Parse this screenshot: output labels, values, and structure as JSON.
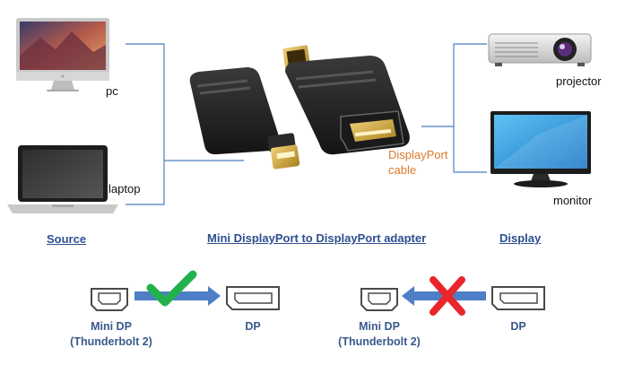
{
  "devices": {
    "source": [
      {
        "label": "pc",
        "icon": "imac-icon"
      },
      {
        "label": "laptop",
        "icon": "laptop-icon"
      }
    ],
    "display": [
      {
        "label": "projector",
        "icon": "projector-icon"
      },
      {
        "label": "monitor",
        "icon": "monitor-icon"
      }
    ]
  },
  "cable_label": [
    "DisplayPort",
    "cable"
  ],
  "headers": {
    "source": "Source",
    "adapter": "Mini DisplayPort to DisplayPort adapter",
    "display": "Display"
  },
  "compatibility": [
    {
      "from_label": [
        "Mini DP",
        "(Thunderbolt 2)"
      ],
      "to_label": "DP",
      "direction": "mini-dp-to-dp",
      "supported": true,
      "mark": "check-icon",
      "mark_color": "#22b14c"
    },
    {
      "from_label": [
        "Mini DP",
        "(Thunderbolt 2)"
      ],
      "to_label": "DP",
      "direction": "dp-to-mini-dp",
      "supported": false,
      "mark": "cross-icon",
      "mark_color": "#e8262b"
    }
  ],
  "colors": {
    "connector_line": "#4a7fc1",
    "arrow": "#4d7ec6",
    "header_text": "#2e4f8f",
    "cable_text": "#d9782a",
    "port_label_text": "#3a5a8c"
  }
}
